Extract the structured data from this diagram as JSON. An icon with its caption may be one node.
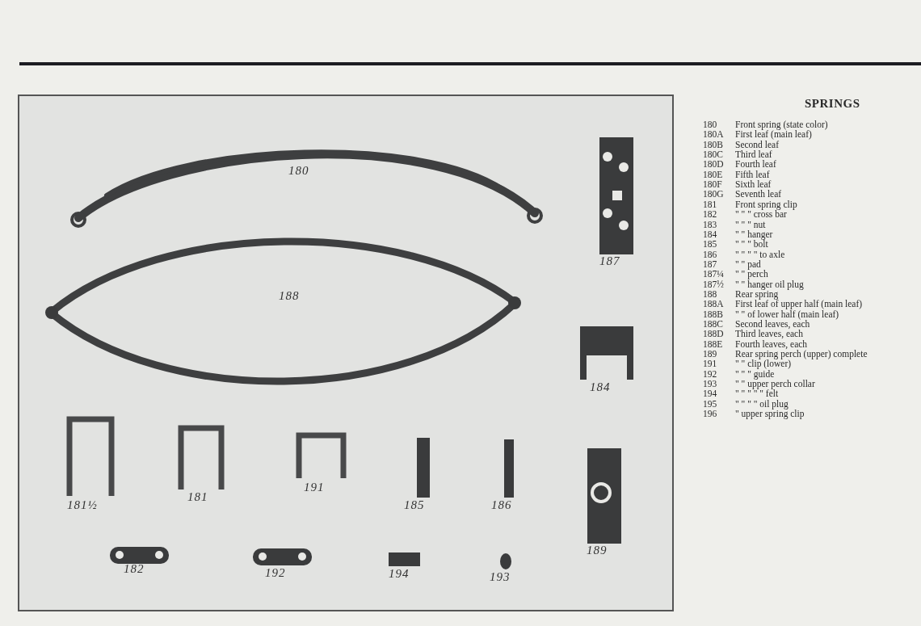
{
  "diagram": {
    "title": "SPRINGS",
    "labels": [
      "180",
      "187",
      "188",
      "184",
      "181½",
      "181",
      "191",
      "185",
      "186",
      "182",
      "192",
      "194",
      "193",
      "189",
      "180",
      "Front spring (state color)",
      "180A",
      "First leaf (main leaf)",
      "180B",
      "Second leaf",
      "180C",
      "Third leaf",
      "180D",
      "Fourth leaf",
      "180E",
      "Fifth leaf",
      "180F",
      "Sixth leaf",
      "180G",
      "Seventh leaf",
      "181",
      "Front spring clip",
      "182",
      "\" \" \" cross bar",
      "183",
      "\" \" \" nut",
      "184",
      "\" \" hanger",
      "185",
      "\" \" \" bolt",
      "186",
      "\" \" \" \" to axle",
      "187",
      "\" \" pad",
      "187¼",
      "\" \" perch",
      "187½",
      "\" \" hanger oil plug",
      "188",
      "Rear spring",
      "188A",
      "First leaf of upper half (main leaf)",
      "188B",
      "\" \" of lower half (main leaf)",
      "188C",
      "Second leaves, each",
      "188D",
      "Third leaves, each",
      "188E",
      "Fourth leaves, each",
      "189",
      "Rear spring perch (upper) complete",
      "191",
      "\" \" clip (lower)",
      "192",
      "\" \" \" guide",
      "193",
      "\" \" upper perch collar",
      "194",
      "\" \" \" \" \" felt",
      "195",
      "\" \" \" \" oil plug",
      "196",
      "\" upper spring clip"
    ]
  }
}
